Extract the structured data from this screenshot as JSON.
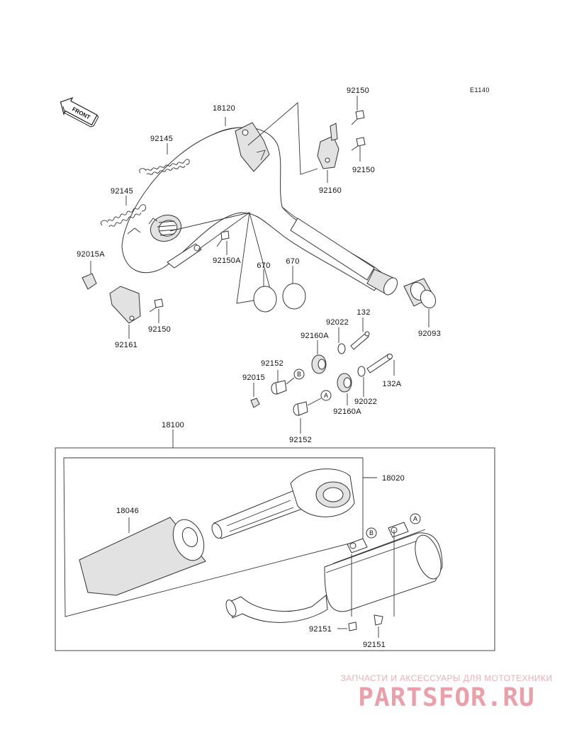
{
  "diagram_code": "E1140",
  "front_label": "FRONT",
  "labels": {
    "p18120": "18120",
    "p92150_top": "92150",
    "p92150_mid": "92150",
    "p92160": "92160",
    "p92145_a": "92145",
    "p92145_b": "92145",
    "p92015A": "92015A",
    "p92150A": "92150A",
    "p670_a": "670",
    "p670_b": "670",
    "p92150_low": "92150",
    "p92161": "92161",
    "p92093": "92093",
    "p92022_a": "92022",
    "p132": "132",
    "p92160A_a": "92160A",
    "p92152_a": "92152",
    "p92015": "92015",
    "p132A": "132A",
    "p92022_b": "92022",
    "p92160A_b": "92160A",
    "p92152_b": "92152",
    "p18100": "18100",
    "p18020": "18020",
    "p18046": "18046",
    "p92151_a": "92151",
    "p92151_b": "92151"
  },
  "markers": {
    "a": "A",
    "b": "B"
  },
  "watermark": {
    "subtitle": "ЗАПЧАСТИ И АКСЕССУАРЫ ДЛЯ МОТОТЕХНИКИ",
    "brand": "PARTSFOR.RU"
  }
}
